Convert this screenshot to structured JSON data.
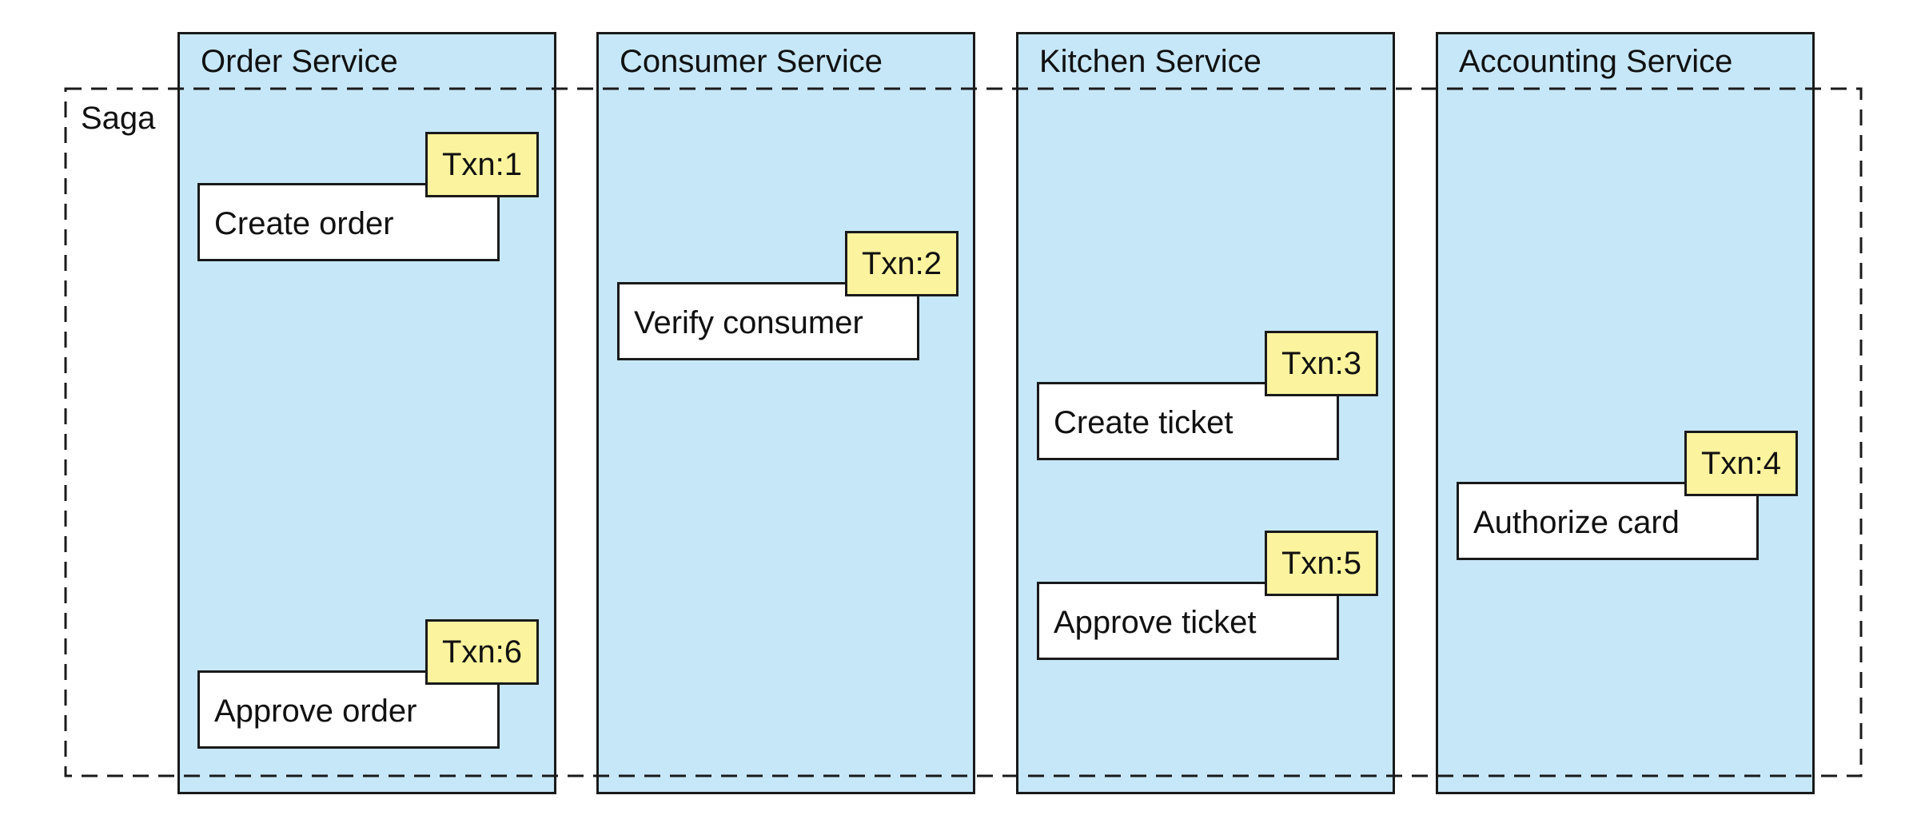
{
  "saga": {
    "label": "Saga"
  },
  "services": [
    {
      "name": "Order Service"
    },
    {
      "name": "Consumer Service"
    },
    {
      "name": "Kitchen Service"
    },
    {
      "name": "Accounting Service"
    }
  ],
  "steps": [
    {
      "label": "Create order",
      "txn": "Txn:1"
    },
    {
      "label": "Verify consumer",
      "txn": "Txn:2"
    },
    {
      "label": "Create ticket",
      "txn": "Txn:3"
    },
    {
      "label": "Authorize card",
      "txn": "Txn:4"
    },
    {
      "label": "Approve ticket",
      "txn": "Txn:5"
    },
    {
      "label": "Approve order",
      "txn": "Txn:6"
    }
  ],
  "colors": {
    "service_fill": "#c6e7f8",
    "step_fill": "#ffffff",
    "txn_fill": "#fbf39e",
    "outline": "#1a1a1a"
  }
}
